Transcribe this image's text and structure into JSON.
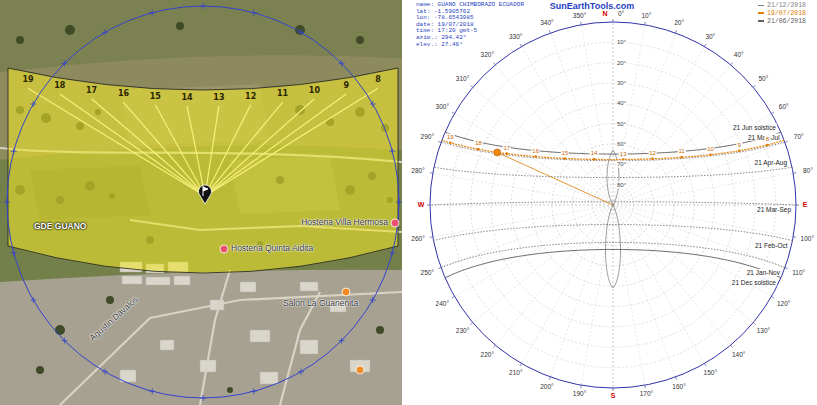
{
  "diagram": {
    "labels": [
      "name: GUANO CHIMBORAZO ECUADOR",
      "lat: -1.5905762",
      "lon: -78.6543085",
      "date: 19/07/2018",
      "time: 17:20 gmt-5",
      "azim.: 294.42°",
      "elev.: 27.46°",
      "SunEarthTools.com",
      "N",
      "E",
      "S",
      "W",
      "0°",
      "10°",
      "20°",
      "30°",
      "40°",
      "50°",
      "60°",
      "70°",
      "80°",
      "100°",
      "110°",
      "120°",
      "130°",
      "140°",
      "150°",
      "160°",
      "170°",
      "190°",
      "200°",
      "210°",
      "220°",
      "230°",
      "240°",
      "250°",
      "260°",
      "280°",
      "290°",
      "300°",
      "310°",
      "320°",
      "330°",
      "340°",
      "350°",
      "10°",
      "20°",
      "30°",
      "40°",
      "50°",
      "60°",
      "70°",
      "80°",
      "21 Jun solstice",
      "21 May-Jul",
      "21 Apr-Aug",
      "21 Mar-Sep",
      "21 Feb-Oct",
      "21 Jan-Nov",
      "21 Dec solstice",
      "8",
      "9",
      "10",
      "11",
      "12",
      "13",
      "14",
      "15",
      "16",
      "17",
      "18",
      "19",
      "19",
      "18",
      "17",
      "16",
      "15",
      "14",
      "13",
      "12",
      "11",
      "10",
      "9",
      "8",
      "GDE GUANO",
      "Hosteria Villa Hermosa",
      "Hosteria Quinta Aidita",
      "Salon La Guanenita",
      "Agustin Dávalos"
    ],
    "legend": [
      {
        "text": "21/12/2018",
        "color": "#808080"
      },
      {
        "text": "19/07/2018",
        "color": "#e07b00"
      },
      {
        "text": "21/06/2018",
        "color": "#606060"
      }
    ]
  }
}
